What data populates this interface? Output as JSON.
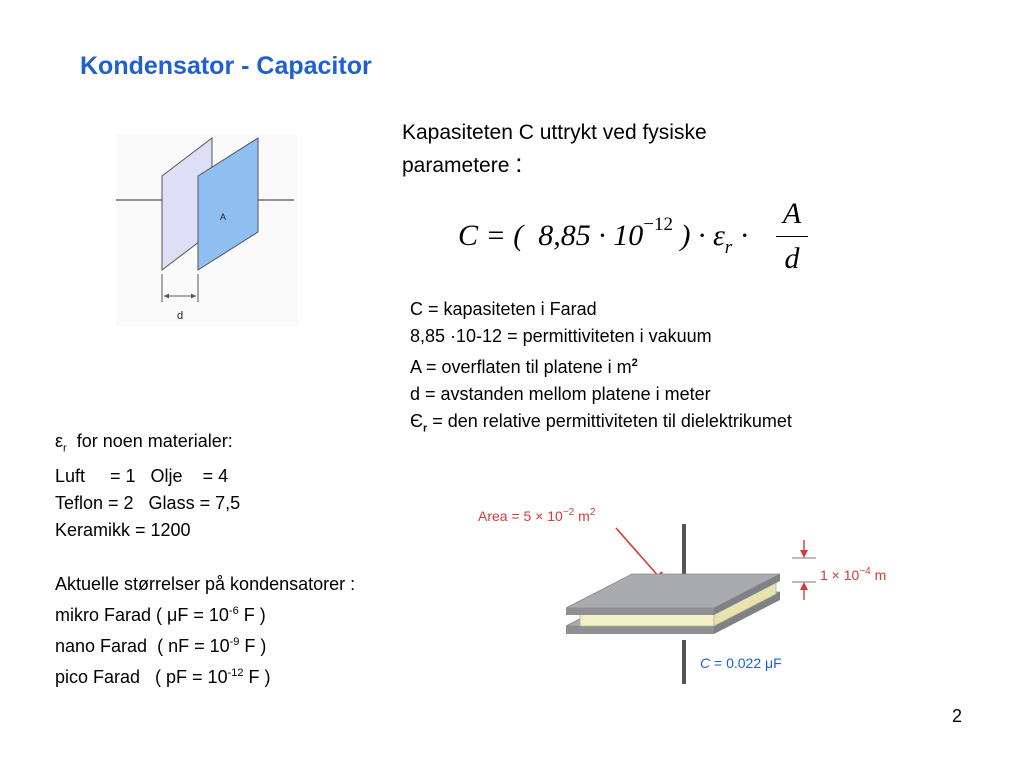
{
  "slide": {
    "title": "Kondensator - Capacitor",
    "intro_line1": "Kapasiteten C uttrykt ved fysiske",
    "intro_line2": "parametere",
    "intro_colon": ":",
    "page_number": "2"
  },
  "formula": {
    "lhs": "C = (  8,85 · 10",
    "exponent": "−12",
    "mid": " ) · ε",
    "sub": "r",
    "dot": " ·",
    "numerator": "A",
    "denominator": "d"
  },
  "definitions": {
    "line1": "C = kapasiteten i Farad",
    "line2": "8,85 ·10-12 = permittiviteten i vakuum",
    "line3_text": "A  = overflaten til platene i m",
    "line3_sup": "2",
    "line4": "d  = avstanden mellom platene i meter",
    "line5_symbol": "Є",
    "line5_sub": "r",
    "line5_text": " = den relative permittiviteten til dielektrikumet"
  },
  "materials": {
    "heading_symbol": "ε",
    "heading_sub": "r",
    "heading_text": "  for noen materialer:",
    "row1": "Luft     = 1   Olje    = 4",
    "row2": "Teflon = 2   Glass = 7,5",
    "row3": "Keramikk = 1200"
  },
  "sizes": {
    "heading": "Aktuelle størrelser på kondensatorer :",
    "micro_text": "mikro Farad ( μF = 10",
    "micro_exp": "-6",
    "micro_end": " F )",
    "nano_text": "nano Farad  ( nF = 10",
    "nano_exp": "-9",
    "nano_end": " F )",
    "pico_text": "pico Farad   ( pF = 10",
    "pico_exp": "-12",
    "pico_end": " F )"
  },
  "figure_left": {
    "plate_label": "A",
    "distance_label": "d"
  },
  "figure_right": {
    "area_label": "Area = 5 × 10",
    "area_exp": "−2",
    "area_unit": " m",
    "area_unit_exp": "2",
    "thickness_label": "1 × 10",
    "thickness_exp": "−4",
    "thickness_unit": " m",
    "capacitance_label": "C",
    "capacitance_value": " = 0.022 μF"
  },
  "colors": {
    "title": "#1f5fd2",
    "plate_front": "#8fbef0",
    "plate_back": "#dcdff5",
    "annotation_red": "#d63a3a",
    "cap_plate": "#a9abae",
    "dielectric": "#f4f1c8"
  }
}
